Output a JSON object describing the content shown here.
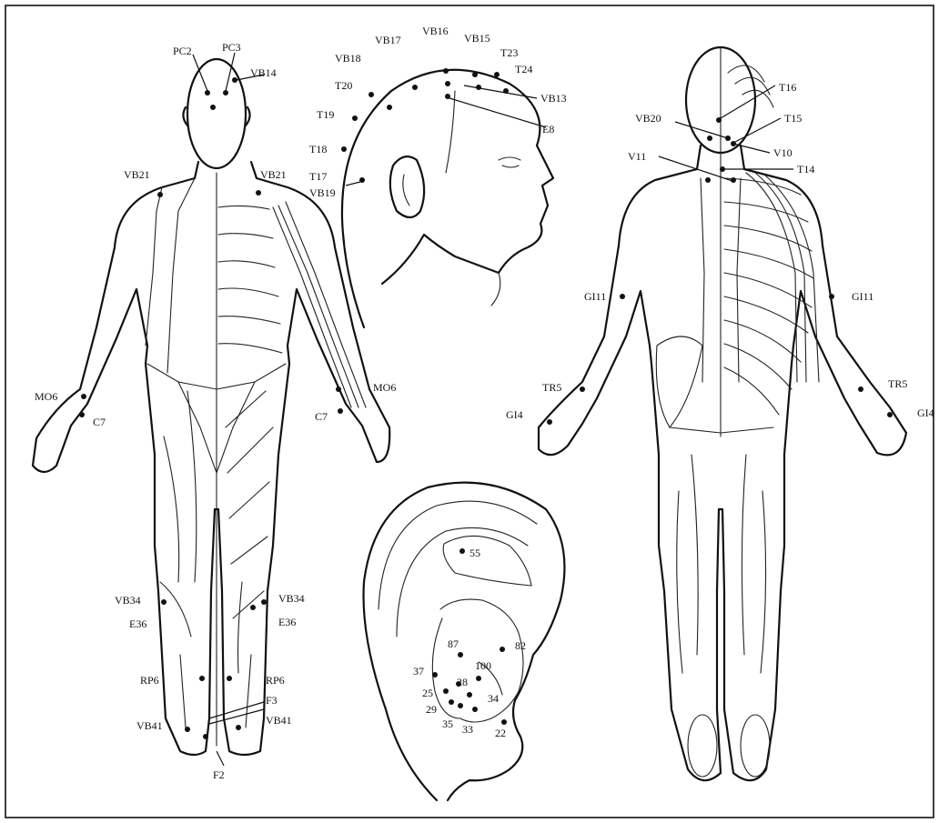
{
  "figures": {
    "front_body": {
      "labels": [
        "PC2",
        "PC3",
        "VB14",
        "VB21",
        "VB21",
        "MO6",
        "C7",
        "MO6",
        "C7",
        "VB34",
        "E36",
        "VB34",
        "E36",
        "RP6",
        "RP6",
        "F3",
        "VB41",
        "VB41",
        "F2"
      ]
    },
    "head_profile": {
      "labels": [
        "VB17",
        "VB16",
        "VB15",
        "T23",
        "T24",
        "VB18",
        "T20",
        "VB13",
        "T19",
        "E8",
        "T18",
        "T17",
        "VB19"
      ]
    },
    "back_body": {
      "labels": [
        "T16",
        "VB20",
        "T15",
        "V10",
        "V11",
        "T14",
        "GI11",
        "GI11",
        "TR5",
        "TR5",
        "GI4",
        "GI4"
      ]
    },
    "ear": {
      "labels": [
        "55",
        "87",
        "82",
        "37",
        "100",
        "28",
        "25",
        "34",
        "29",
        "35",
        "33",
        "22"
      ]
    }
  },
  "colors": {
    "ink": "#111111",
    "paper": "#ffffff"
  }
}
